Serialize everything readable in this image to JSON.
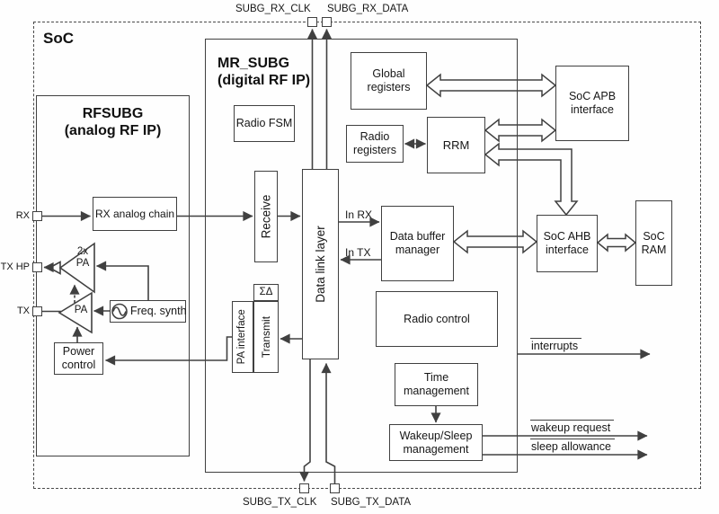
{
  "colors": {
    "line": "#404040",
    "text": "#161616",
    "background": "#ffffff"
  },
  "soc": {
    "label": "SoC"
  },
  "rfsubg": {
    "title": "RFSUBG",
    "subtitle": "(analog RF IP)",
    "rx_analog_chain": "RX analog chain",
    "amp_2x_line1": "2x",
    "amp_2x_line2": "PA",
    "amp_pa": "PA",
    "freq_synth": "Freq. synth",
    "power_control": "Power control"
  },
  "mr_subg": {
    "title": "MR_SUBG",
    "subtitle": "(digital RF IP)",
    "radio_fsm": "Radio FSM",
    "receive": "Receive",
    "data_link_layer": "Data link layer",
    "sigma_delta": "ΣΔ",
    "pa_interface": "PA interface",
    "transmit": "Transmit",
    "global_registers": "Global registers",
    "radio_registers": "Radio registers",
    "rrm": "RRM",
    "data_buffer_manager": "Data buffer manager",
    "radio_control": "Radio control",
    "time_management": "Time management",
    "wakeup_sleep_management": "Wakeup/Sleep management"
  },
  "soc_blocks": {
    "apb_interface": "SoC APB interface",
    "ahb_interface": "SoC AHB interface",
    "ram": "SoC RAM"
  },
  "pins": {
    "rx": "RX",
    "tx_hp": "TX HP",
    "tx": "TX",
    "subg_rx_clk": "SUBG_RX_CLK",
    "subg_rx_data": "SUBG_RX_DATA",
    "subg_tx_clk": "SUBG_TX_CLK",
    "subg_tx_data": "SUBG_TX_DATA"
  },
  "signals": {
    "in_rx": "In RX",
    "in_tx": "In TX",
    "interrupts": "interrupts",
    "wakeup_request": "wakeup request",
    "sleep_allowance": "sleep allowance"
  }
}
